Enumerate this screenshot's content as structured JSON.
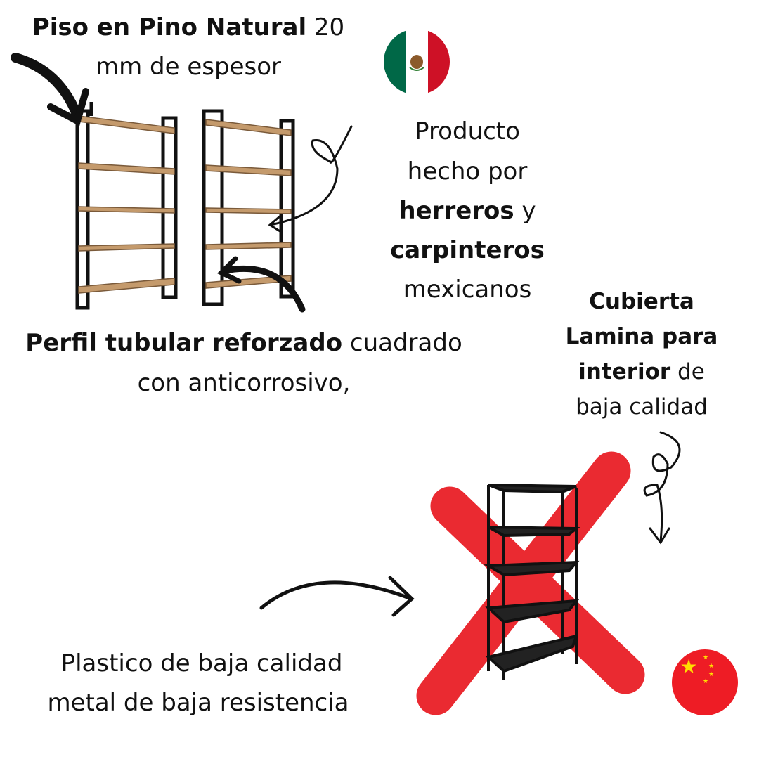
{
  "top_left": {
    "bold": "Piso en Pino Natural",
    "rest1": " 20",
    "line2": "mm de espesor"
  },
  "right_block": {
    "l1": "Producto",
    "l2": "hecho por",
    "l3_bold": "herreros",
    "l3_rest": " y",
    "l4_bold": "carpinteros",
    "l5": "mexicanos"
  },
  "profile": {
    "bold": "Perfil tubular reforzado",
    "rest": " cuadrado",
    "line2": "con anticorrosivo,"
  },
  "cover": {
    "l1_bold": "Cubierta",
    "l2_bold": "Lamina para",
    "l3_bold": "interior",
    "l3_rest": " de",
    "l4": "baja calidad"
  },
  "bottom": {
    "l1": "Plastico de baja calidad",
    "l2": "metal de baja resistencia"
  },
  "icons": {
    "flag_top": "mexico-flag-icon",
    "flag_bottom": "china-flag-icon"
  },
  "colors": {
    "mx_green": "#006847",
    "mx_red": "#ce1126",
    "cn_red": "#ee1c25",
    "cn_yellow": "#ffde00",
    "cross_red": "#e8141b",
    "wood": "#c49a6c"
  }
}
